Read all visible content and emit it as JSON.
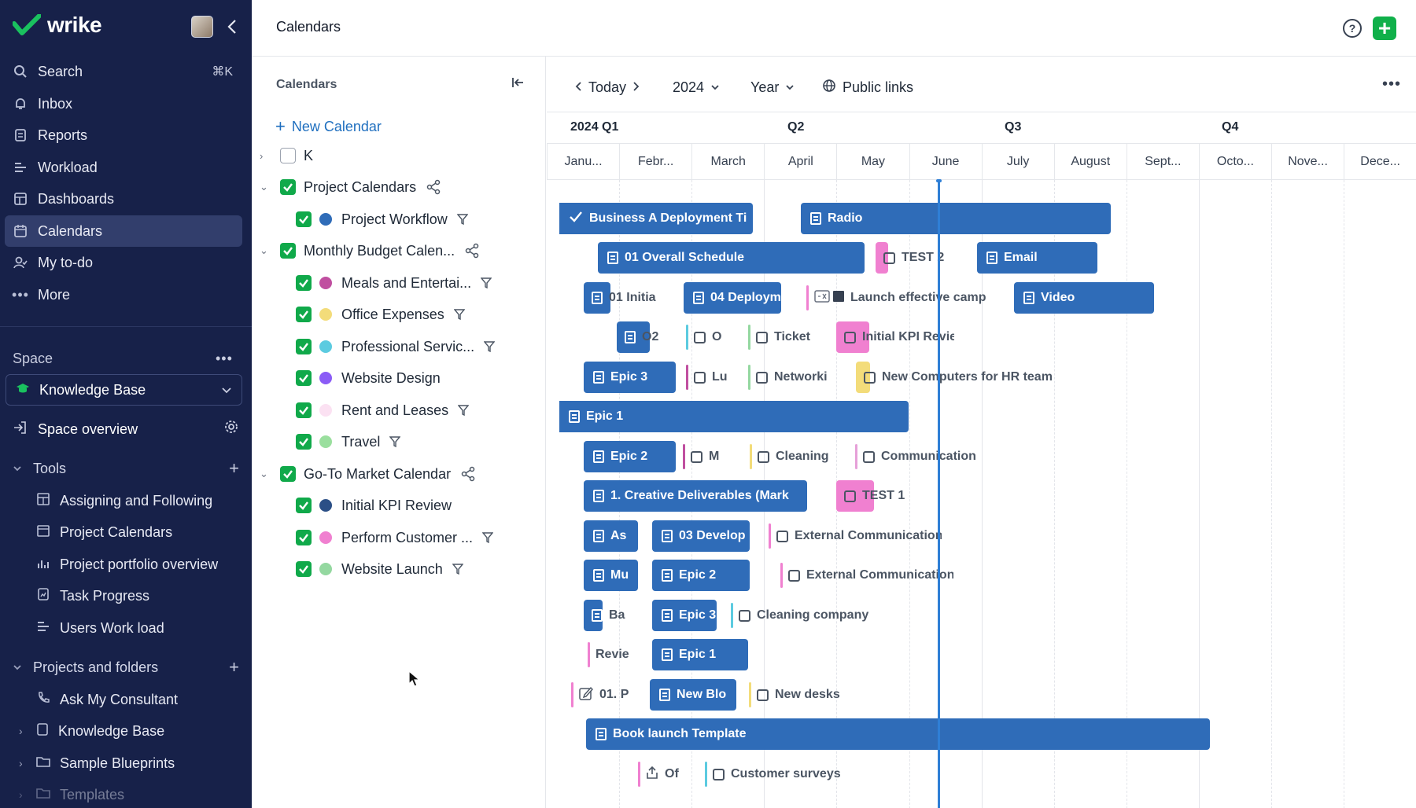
{
  "nav": {
    "brand": "wrike",
    "items": [
      {
        "label": "Search",
        "shortcut": "⌘K",
        "icon": "search-icon"
      },
      {
        "label": "Inbox",
        "icon": "bell-icon"
      },
      {
        "label": "Reports",
        "icon": "report-icon"
      },
      {
        "label": "Workload",
        "icon": "workload-icon"
      },
      {
        "label": "Dashboards",
        "icon": "dashboard-icon"
      },
      {
        "label": "Calendars",
        "icon": "calendar-icon"
      },
      {
        "label": "My to-do",
        "icon": "todo-icon"
      },
      {
        "label": "More",
        "icon": "more-icon"
      }
    ],
    "space_label": "Space",
    "space_name": "Knowledge Base",
    "space_overview": "Space overview",
    "tools_label": "Tools",
    "tools": [
      "Assigning and Following",
      "Project Calendars",
      "Project portfolio overview",
      "Task Progress",
      "Users Work load"
    ],
    "projects_label": "Projects and folders",
    "projects": [
      "Ask My Consultant",
      "Knowledge Base",
      "Sample Blueprints",
      "Templates"
    ]
  },
  "header": {
    "title": "Calendars"
  },
  "panel": {
    "title": "Calendars",
    "new_calendar": "New Calendar",
    "calendars": [
      {
        "label": "K"
      },
      {
        "label": "Project Calendars"
      },
      {
        "label": "Project Workflow",
        "color": "#2f6cb8"
      },
      {
        "label": "Monthly Budget Calen..."
      },
      {
        "label": "Meals and Entertai...",
        "color": "#c04fa0"
      },
      {
        "label": "Office Expenses",
        "color": "#f3dc7a"
      },
      {
        "label": "Professional Servic...",
        "color": "#5ccbe0"
      },
      {
        "label": "Website Design",
        "color": "#8b5cf6"
      },
      {
        "label": "Rent and Leases",
        "color": "#fbe1f2"
      },
      {
        "label": "Travel",
        "color": "#9adf9e"
      },
      {
        "label": "Go-To Market Calendar"
      },
      {
        "label": "Initial KPI Review",
        "color": "#2b4f86"
      },
      {
        "label": "Perform Customer ...",
        "color": "#f080d0"
      },
      {
        "label": "Website Launch",
        "color": "#94d8a0"
      }
    ]
  },
  "toolbar": {
    "today": "Today",
    "year": "2024",
    "scale": "Year",
    "public_links": "Public links"
  },
  "quarters": [
    "2024 Q1",
    "Q2",
    "Q3",
    "Q4"
  ],
  "months": [
    "Janu...",
    "Febr...",
    "March",
    "April",
    "May",
    "June",
    "July",
    "August",
    "Sept...",
    "Octo...",
    "Nove...",
    "Dece..."
  ],
  "events": [
    {
      "label": "Business A Deployment Ti",
      "kind": "bar",
      "color": "#2f6cb8"
    },
    {
      "label": "Radio",
      "kind": "bar",
      "color": "#2f6cb8"
    },
    {
      "label": "01 Overall Schedule",
      "kind": "bar",
      "color": "#2f6cb8"
    },
    {
      "label": "TEST 2",
      "kind": "item",
      "color": "#f080d0"
    },
    {
      "label": "Email",
      "kind": "bar",
      "color": "#2f6cb8"
    },
    {
      "label": "01 Initia",
      "kind": "bar",
      "color": "#2f6cb8"
    },
    {
      "label": "04 Deploym",
      "kind": "bar",
      "color": "#2f6cb8"
    },
    {
      "label": "Launch effective camp",
      "kind": "item",
      "color": "#f080d0"
    },
    {
      "label": "Video",
      "kind": "bar",
      "color": "#2f6cb8"
    },
    {
      "label": "O2",
      "kind": "bar",
      "color": "#2f6cb8"
    },
    {
      "label": "O",
      "kind": "item",
      "color": "#5ccbe0"
    },
    {
      "label": "Ticket",
      "kind": "item",
      "color": "#94d8a0"
    },
    {
      "label": "Initial KPI Review",
      "kind": "item",
      "color": "#f080d0"
    },
    {
      "label": "Epic 3",
      "kind": "bar",
      "color": "#2f6cb8"
    },
    {
      "label": "Lu",
      "kind": "item",
      "color": "#c04fa0"
    },
    {
      "label": "Networki",
      "kind": "item",
      "color": "#94d8a0"
    },
    {
      "label": "New Computers for HR team",
      "kind": "item",
      "color": "#f3dc7a"
    },
    {
      "label": "Epic 1",
      "kind": "bar",
      "color": "#2f6cb8"
    },
    {
      "label": "Epic 2",
      "kind": "bar",
      "color": "#2f6cb8"
    },
    {
      "label": "M",
      "kind": "item",
      "color": "#c04fa0"
    },
    {
      "label": "Cleaning",
      "kind": "item",
      "color": "#f3dc7a"
    },
    {
      "label": "Communication",
      "kind": "item",
      "color": "#e6a0d8"
    },
    {
      "label": "1. Creative Deliverables (Mark",
      "kind": "bar",
      "color": "#2f6cb8"
    },
    {
      "label": "TEST 1",
      "kind": "item",
      "color": "#f080d0"
    },
    {
      "label": "As",
      "kind": "bar",
      "color": "#2f6cb8"
    },
    {
      "label": "03 Develop",
      "kind": "bar",
      "color": "#2f6cb8"
    },
    {
      "label": "External Communication",
      "kind": "item",
      "color": "#f080d0"
    },
    {
      "label": "Mu",
      "kind": "bar",
      "color": "#2f6cb8"
    },
    {
      "label": "Epic 2",
      "kind": "bar",
      "color": "#2f6cb8"
    },
    {
      "label": "External Communication",
      "kind": "item",
      "color": "#f080d0"
    },
    {
      "label": "Ba",
      "kind": "bar",
      "color": "#2f6cb8"
    },
    {
      "label": "Epic 3",
      "kind": "bar",
      "color": "#2f6cb8"
    },
    {
      "label": "Cleaning company",
      "kind": "item",
      "color": "#5ccbe0"
    },
    {
      "label": "Revie",
      "kind": "item",
      "color": "#f080d0"
    },
    {
      "label": "Epic 1",
      "kind": "bar",
      "color": "#2f6cb8"
    },
    {
      "label": "01. P",
      "kind": "item",
      "color": "#f080d0"
    },
    {
      "label": "New Blo",
      "kind": "bar",
      "color": "#2f6cb8"
    },
    {
      "label": "New desks",
      "kind": "item",
      "color": "#f3dc7a"
    },
    {
      "label": "Book launch Template",
      "kind": "bar",
      "color": "#2f6cb8"
    },
    {
      "label": "Of",
      "kind": "item",
      "color": "#f080d0"
    },
    {
      "label": "Customer surveys",
      "kind": "item",
      "color": "#5ccbe0"
    }
  ]
}
